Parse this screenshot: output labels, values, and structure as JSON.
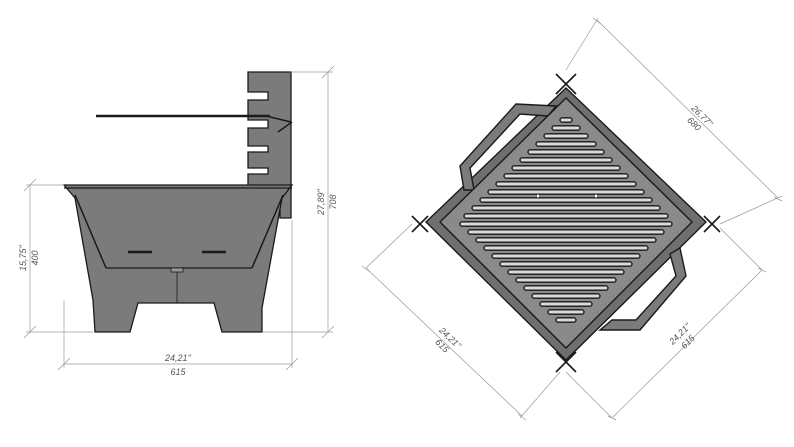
{
  "colors": {
    "background": "#ffffff",
    "metal_fill": "#7b7b7b",
    "outline": "#1a1a1a",
    "dimension_line": "#9a9a9a",
    "dimension_text": "#555555"
  },
  "side_view": {
    "dims": {
      "height_in": "15,75''",
      "height_mm": "400",
      "total_height_in": "27,89''",
      "total_height_mm": "708",
      "width_in": "24,21''",
      "width_mm": "615"
    }
  },
  "top_view": {
    "dims": {
      "diagonal_in": "26,77''",
      "diagonal_mm": "680",
      "left_side_in": "24,21''",
      "left_side_mm": "615",
      "right_side_in": "24,21''",
      "right_side_mm": "615"
    }
  }
}
